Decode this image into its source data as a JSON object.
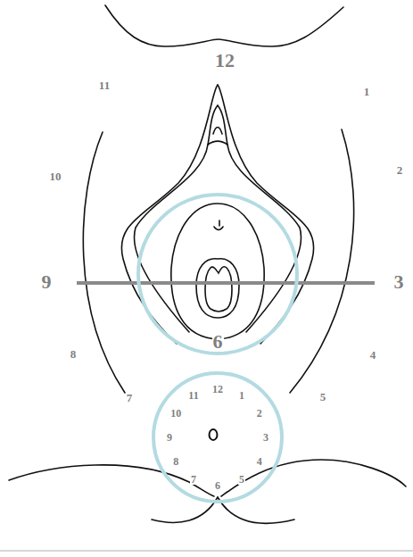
{
  "diagram": {
    "nodes": [
      {
        "text": [
          "6"
        ]
      },
      {
        "text": [
          "12",
          "1",
          "2",
          "3",
          "4",
          "5",
          "6",
          "7",
          "8",
          "9",
          "10",
          "11"
        ]
      }
    ],
    "labels": [
      "12",
      "11",
      "1",
      "10",
      "2",
      "9",
      "3",
      "8",
      "4",
      "7",
      "5"
    ]
  }
}
